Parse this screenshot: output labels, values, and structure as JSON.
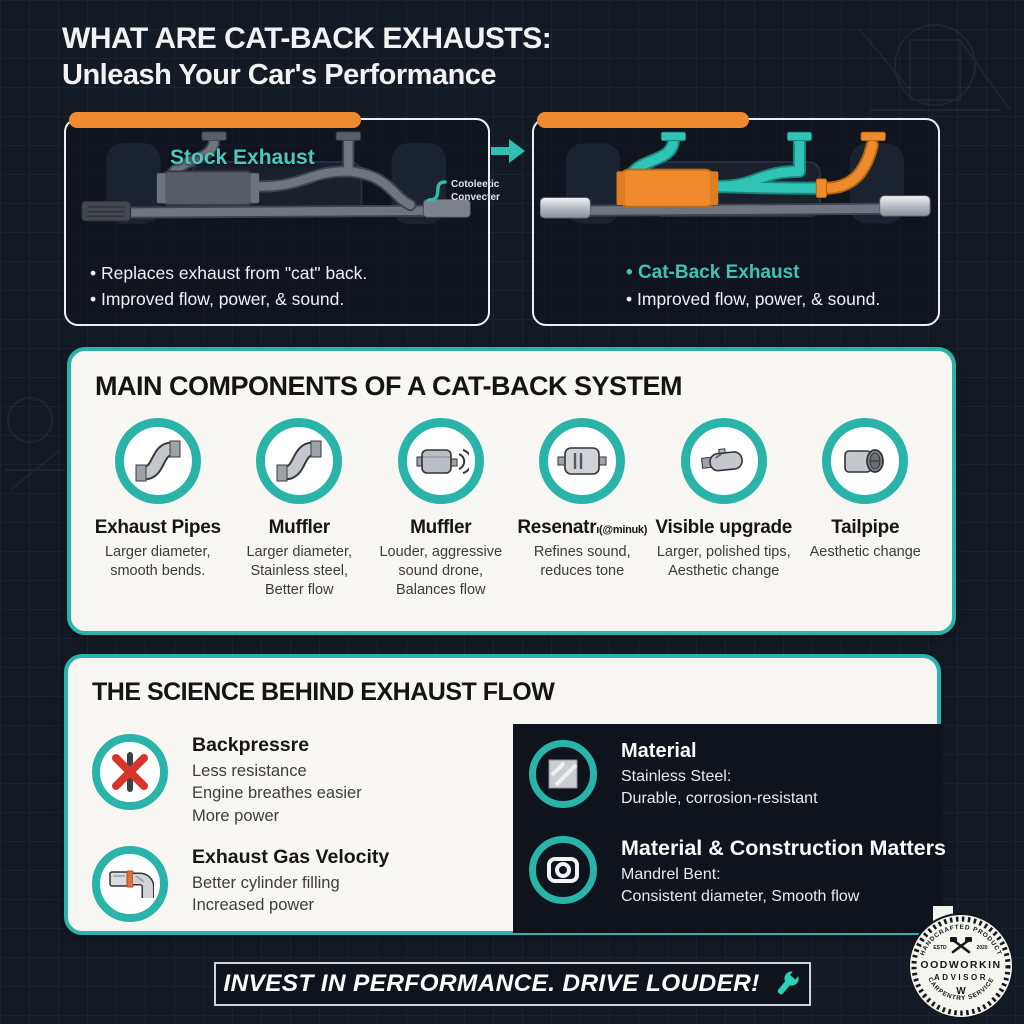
{
  "title": {
    "line1": "WHAT ARE CAT-BACK EXHAUSTS:",
    "line2": "Unleash Your Car's Performance"
  },
  "comparison": {
    "stock_label": "Stock Exhaust",
    "stock_bullets": [
      "Replaces exhaust from \"cat\" back.",
      "Improved flow, power, & sound."
    ],
    "catback_label": "Cat-Back Exhaust",
    "catback_bullet": "Improved flow, power, & sound.",
    "annotation": "Cotoleetic\nConvecter"
  },
  "components": {
    "heading": "MAIN COMPONENTS OF A CAT-BACK SYSTEM",
    "items": [
      {
        "name": "Exhaust Pipes",
        "suffix": "",
        "desc": "Larger diameter,\nsmooth bends."
      },
      {
        "name": "Muffler",
        "suffix": "",
        "desc": "Larger diameter,\nStainless steel,\nBetter flow"
      },
      {
        "name": "Muffler",
        "suffix": "",
        "desc": "Louder, aggressive\nsound drone,\nBalances flow"
      },
      {
        "name": "Resenatr",
        "suffix": "ı(@minuk)",
        "desc": "Refines sound,\nreduces tone"
      },
      {
        "name": "Visible upgrade",
        "suffix": "",
        "desc": "Larger, polished tips,\nAesthetic change"
      },
      {
        "name": "Tailpipe",
        "suffix": "",
        "desc": "Aesthetic change"
      }
    ]
  },
  "science": {
    "heading": "THE SCIENCE BEHIND EXHAUST FLOW",
    "left_items": [
      {
        "title": "Backpressre",
        "desc": "Less resistance\nEngine breathes easier\nMore power"
      },
      {
        "title": "Exhaust Gas Velocity",
        "desc": "Better cylinder filling\nIncreased power"
      }
    ],
    "right_items": [
      {
        "title": "Material",
        "desc": "Stainless Steel:\nDurable, corrosion-resistant"
      },
      {
        "title": "Material & Construction Matters",
        "desc": "Mandrel Bent:\nConsistent diameter, Smooth flow"
      }
    ]
  },
  "footer": {
    "banner": "INVEST IN PERFORMANCE. DRIVE LOUDER!"
  },
  "badge": {
    "arc_top": "HANDCRAFTED PRODUCT",
    "arc_bottom": "CARPENTRY SERVICE",
    "estd": "ESTD",
    "year": "2020",
    "name": "OODWORKIN",
    "sub": "ADVISOR",
    "mark": "W"
  },
  "colors": {
    "teal": "#2ab3a9",
    "orange": "#f08a2e",
    "red": "#d8352a",
    "background": "#141a24",
    "card": "#f7f6f2",
    "dark_panel": "#0e131c"
  }
}
